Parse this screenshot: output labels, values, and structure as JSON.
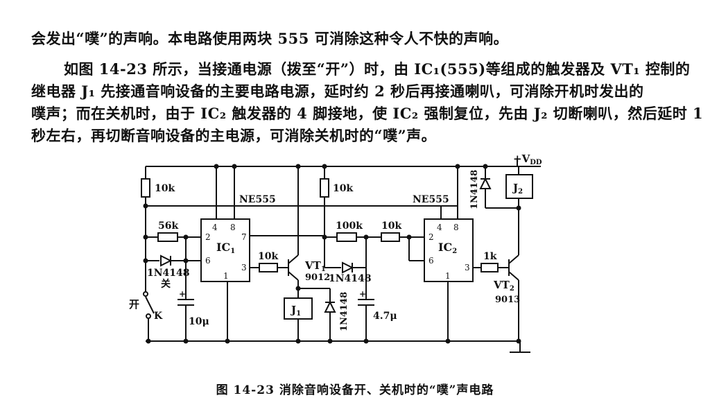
{
  "text": {
    "line1": "会发出“噗”的声响。本电路使用两块 555 可消除这种令人不快的声响。",
    "line2": "如图 14-23 所示，当接通电源（拨至“开”）时，由 IC₁(555)等组成的触发器及 VT₁ 控制的",
    "line3": "继电器 J₁ 先接通音响设备的主要电路电源，延时约 2 秒后再接通喇叭，可消除开机时发出的",
    "line4": "噗声；而在关机时，由于 IC₂ 触发器的 4 脚接地，使 IC₂ 强制复位，先由 J₂ 切断喇叭，然后延时 1",
    "line5": "秒左右，再切断音响设备的主电源，可消除关机时的“噗”声。"
  },
  "figure": {
    "caption": "图 14-23   消除音响设备开、关机时的“噗”声电路",
    "labels": {
      "vdd": "+V",
      "vdd_sub": "DD",
      "r1": "10k",
      "r2": "10k",
      "ne555_1": "NE555",
      "ne555_2": "NE555",
      "r56k": "56k",
      "r100k": "100k",
      "r10k_b": "10k",
      "r10k_c": "10k",
      "r1k": "1k",
      "ic1": "IC",
      "ic1_sub": "1",
      "ic2": "IC",
      "ic2_sub": "2",
      "pin4": "4",
      "pin8": "8",
      "pin2": "2",
      "pin7": "7",
      "pin6": "6",
      "pin3": "3",
      "pin1": "1",
      "d1": "1N4148",
      "d2": "1N4148",
      "d3": "1N4148",
      "d4": "1N4148",
      "off": "关",
      "on": "开",
      "k": "K",
      "c1": "10μ",
      "c2": "4.7μ",
      "vt1": "VT",
      "vt1_sub": "1",
      "vt1_type": "9012",
      "vt2": "VT",
      "vt2_sub": "2",
      "vt2_type": "9013",
      "j1": "J",
      "j1_sub": "1",
      "j2": "J",
      "j2_sub": "2",
      "plus": "+"
    }
  }
}
